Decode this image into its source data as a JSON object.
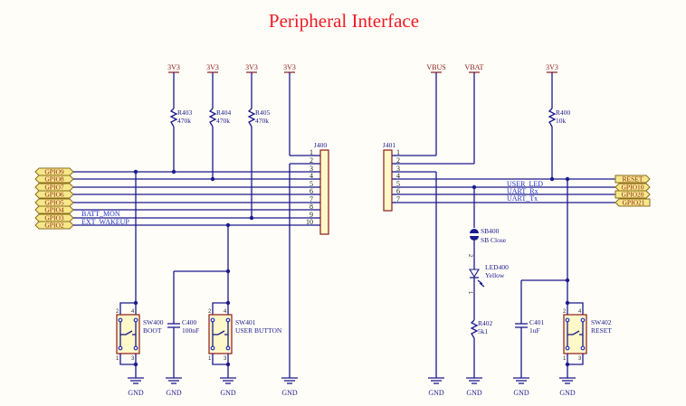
{
  "title": "Peripheral Interface",
  "power_labels": {
    "v3v3": "3V3",
    "vbus": "VBUS",
    "vbat": "VBAT",
    "gnd": "GND"
  },
  "left_ports": [
    "GPIO9",
    "GPIO8",
    "GPIO7",
    "GPIO6",
    "GPIO5",
    "GPIO4",
    "GPIO3",
    "GPIO2"
  ],
  "left_nets": [
    "BATT_MON",
    "EXT_WAKEUP"
  ],
  "right_ports": [
    "RESET",
    "GPIO10",
    "GPIO20",
    "GPIO21"
  ],
  "right_nets": [
    "USER_LED",
    "UART_Rx",
    "UART_Tx"
  ],
  "connectors": {
    "j400": {
      "ref": "J400",
      "pins": [
        "1",
        "2",
        "3",
        "4",
        "5",
        "6",
        "7",
        "8",
        "9",
        "10"
      ]
    },
    "j401": {
      "ref": "J401",
      "pins": [
        "1",
        "2",
        "3",
        "4",
        "5",
        "6",
        "7"
      ]
    }
  },
  "resistors": {
    "r403": {
      "ref": "R403",
      "value": "470k"
    },
    "r404": {
      "ref": "R404",
      "value": "470k"
    },
    "r405": {
      "ref": "R405",
      "value": "470k"
    },
    "r400": {
      "ref": "R400",
      "value": "10k"
    },
    "r402": {
      "ref": "R402",
      "value": "5k1"
    }
  },
  "capacitors": {
    "c400": {
      "ref": "C400",
      "value": "100nF"
    },
    "c401": {
      "ref": "C401",
      "value": "1uF"
    }
  },
  "switches": {
    "sw400": {
      "ref": "SW400",
      "value": "BOOT"
    },
    "sw401": {
      "ref": "SW401",
      "value": "USER BUTTON"
    },
    "sw402": {
      "ref": "SW402",
      "value": "RESET"
    }
  },
  "solder_bridge": {
    "ref": "SB400",
    "value": "SB Close"
  },
  "led": {
    "ref": "LED400",
    "value": "Yellow",
    "pin_a": "2",
    "pin_k": "1"
  },
  "switch_pins": [
    "2",
    "4",
    "1",
    "3"
  ]
}
